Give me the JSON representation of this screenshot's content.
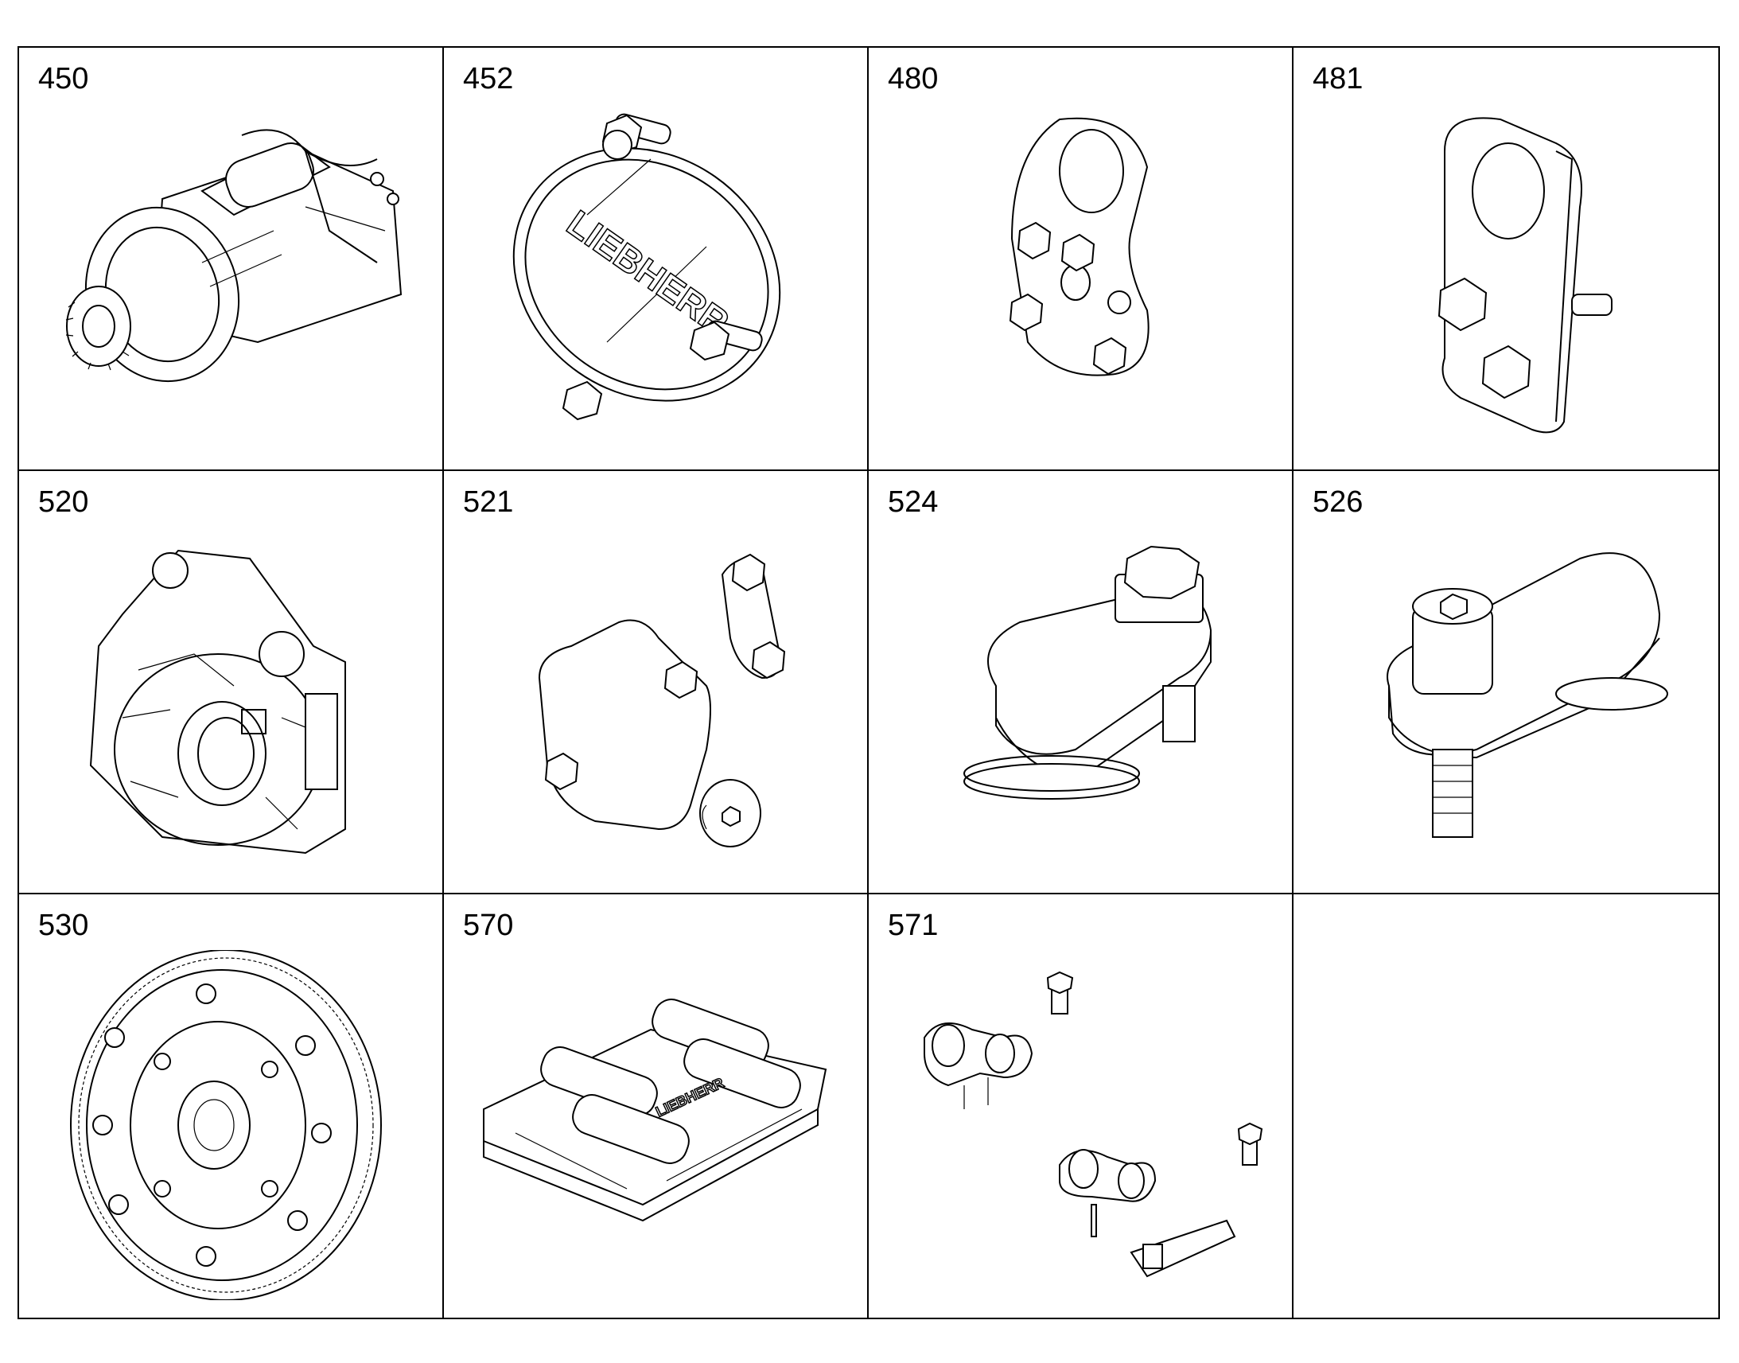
{
  "parts": [
    {
      "number": "450",
      "icon": "starter-motor-icon"
    },
    {
      "number": "452",
      "icon": "cover-plate-logo-icon",
      "logo_text": "LIEBHERR"
    },
    {
      "number": "480",
      "icon": "bracket-multi-bolt-icon"
    },
    {
      "number": "481",
      "icon": "bracket-two-bolt-icon"
    },
    {
      "number": "520",
      "icon": "flywheel-housing-icon"
    },
    {
      "number": "521",
      "icon": "cover-plates-screws-icon"
    },
    {
      "number": "524",
      "icon": "cam-plate-hex-bolt-icon"
    },
    {
      "number": "526",
      "icon": "cam-plate-socket-screw-icon"
    },
    {
      "number": "530",
      "icon": "flywheel-ring-gear-icon"
    },
    {
      "number": "570",
      "icon": "valve-block-icon",
      "logo_text": "LIEBHERR"
    },
    {
      "number": "571",
      "icon": "clamps-screws-icon"
    },
    {
      "number": "",
      "icon": ""
    }
  ]
}
